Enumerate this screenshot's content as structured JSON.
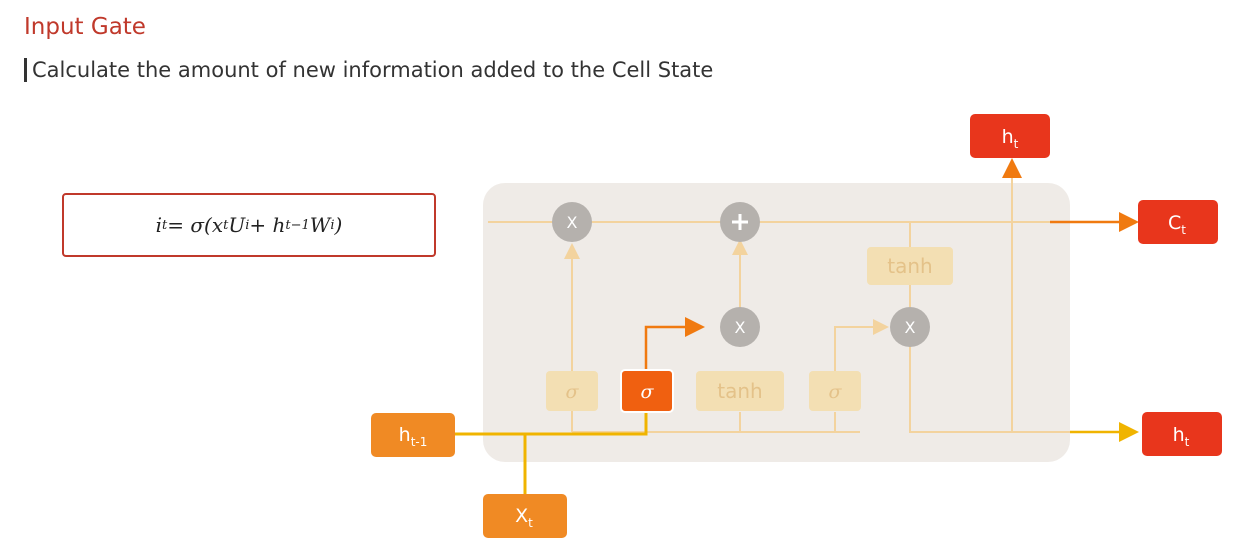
{
  "header": {
    "title": "Input Gate",
    "subtitle": "Calculate the amount of new information added to the Cell State"
  },
  "formula": {
    "lhs": "i",
    "lhs_sub": "t",
    "eq": " = σ(x",
    "x_sub": "t",
    "u": " U",
    "u_sup": "i",
    "plus": " + h",
    "h_sub": "t−1",
    "w": " W",
    "w_sup": "i",
    "close": ")"
  },
  "diagram": {
    "output_h_top": {
      "base": "h",
      "sub": "t"
    },
    "output_c": {
      "base": "C",
      "sub": "t"
    },
    "output_h_right": {
      "base": "h",
      "sub": "t"
    },
    "input_h": {
      "base": "h",
      "sub": "t-1"
    },
    "input_x": {
      "base": "X",
      "sub": "t"
    },
    "forget_sigma": "σ",
    "input_sigma": "σ",
    "candidate_tanh": "tanh",
    "output_sigma": "σ",
    "cell_tanh": "tanh",
    "mult_symbol": "X",
    "colors": {
      "red_box": "#e8361c",
      "orange_box": "#f08a24",
      "active_gate": "#f06010",
      "faded_gate": "#f3dfb3",
      "cell_bg": "#efebe7",
      "circle": "#b5b1ad"
    }
  }
}
